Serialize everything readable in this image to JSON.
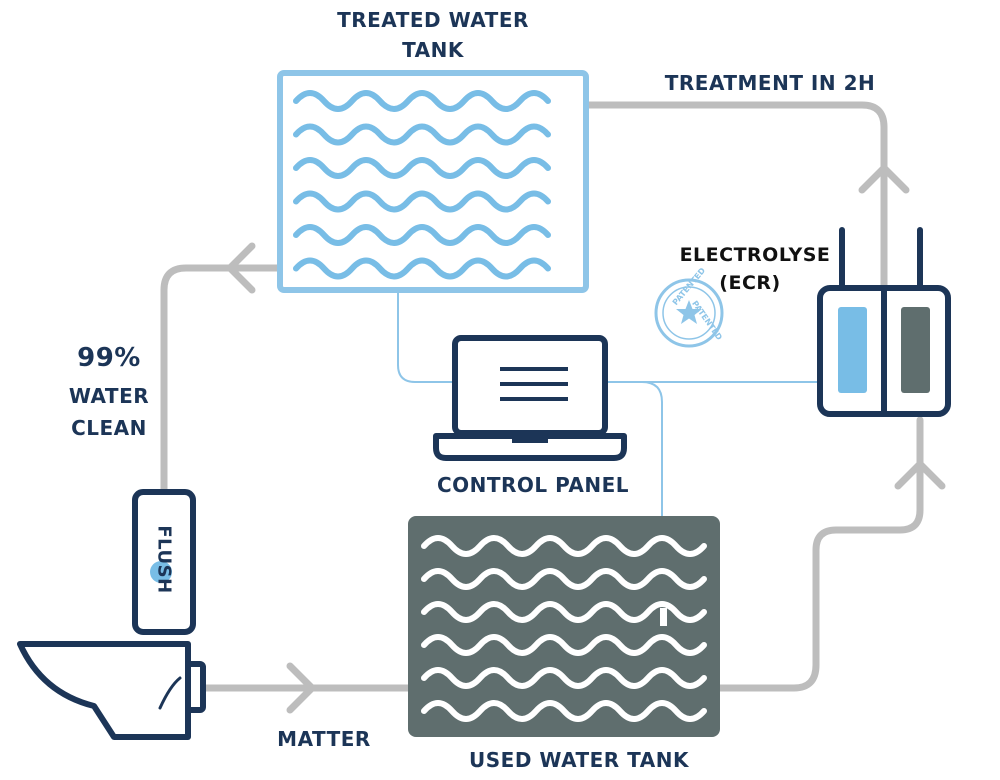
{
  "colors": {
    "navy": "#1c3557",
    "light_blue": "#8ec5e8",
    "light_blue_fill": "#78bde6",
    "slate": "#5f6e6e",
    "pipe_gray": "#bdbdbd"
  },
  "labels": {
    "treated_tank_line1": "TREATED WATER",
    "treated_tank_line2": "TANK",
    "treatment_time": "TREATMENT IN 2H",
    "electrolyse_line1": "ELECTROLYSE",
    "electrolyse_line2": "(ECR)",
    "patented": "PATENTED",
    "clean_percent": "99%",
    "clean_line1": "WATER",
    "clean_line2": "CLEAN",
    "control_panel": "CONTROL PANEL",
    "flush": "FLUSH",
    "matter": "MATTER",
    "used_tank": "USED WATER TANK"
  },
  "icons": {
    "treated_tank": "water-tank-icon",
    "used_tank": "water-tank-icon",
    "control_panel": "laptop-icon",
    "electrolyse": "electrolysis-cell-icon",
    "toilet": "toilet-icon",
    "flush": "flush-button-icon",
    "stamp": "patent-stamp-icon",
    "arrow": "chevron-arrow-icon"
  }
}
